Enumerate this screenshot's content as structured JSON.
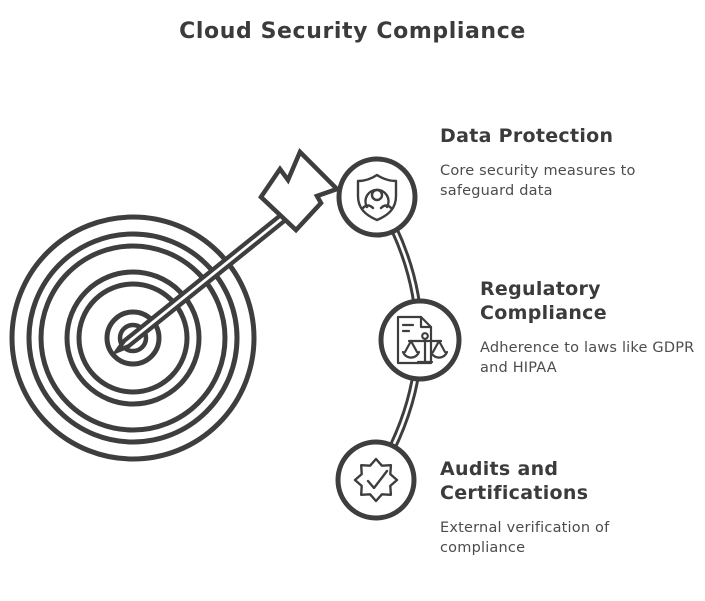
{
  "title": "Cloud Security Compliance",
  "colors": {
    "ink": "#3e3e3e",
    "heading_text": "#3b3b3b",
    "body_text": "#4c4c4c",
    "background": "#ffffff"
  },
  "diagram": {
    "illustration": "target-with-arrow",
    "connector": "curved-double-line",
    "nodes": [
      {
        "icon": "shield-user-icon",
        "heading": "Data Protection",
        "description": "Core security measures to safeguard data"
      },
      {
        "icon": "document-scales-icon",
        "heading": "Regulatory Compliance",
        "description": "Adherence to laws like GDPR and HIPAA"
      },
      {
        "icon": "badge-check-icon",
        "heading": "Audits and Certifications",
        "description": "External verification of compliance"
      }
    ]
  }
}
